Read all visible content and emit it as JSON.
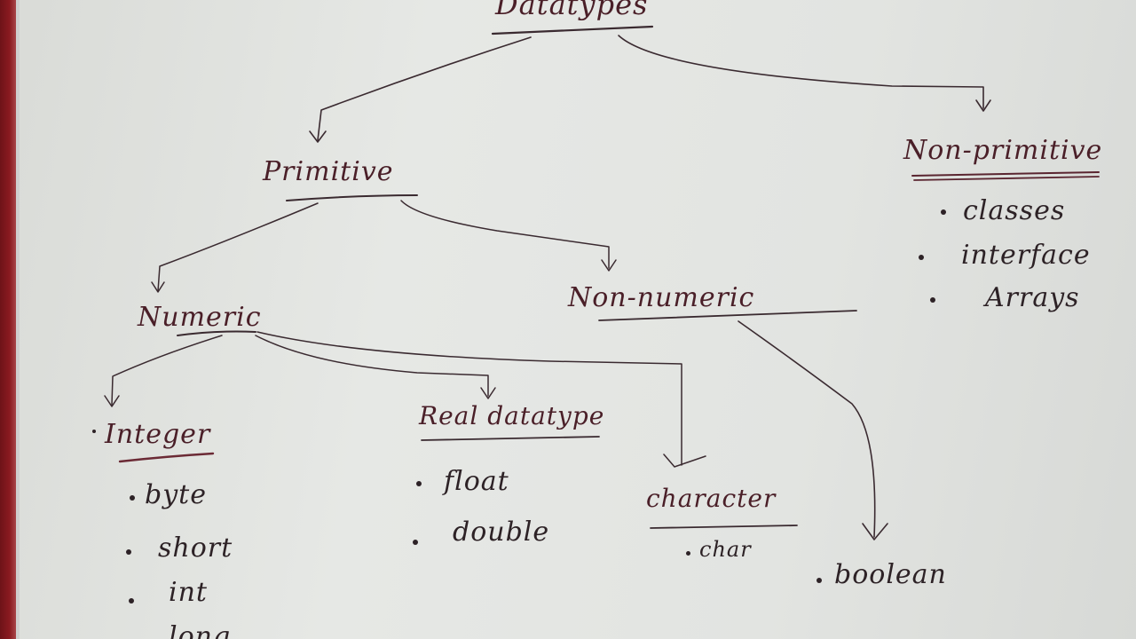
{
  "diagram": {
    "root": {
      "label": "Datatypes"
    },
    "primitive": {
      "label": "Primitive",
      "numeric": {
        "label": "Numeric",
        "integer": {
          "label": "Integer",
          "items": [
            "byte",
            "short",
            "int",
            "long"
          ]
        },
        "real": {
          "label": "Real datatype",
          "items": [
            "float",
            "double"
          ]
        },
        "character": {
          "label": "character",
          "items": [
            "char"
          ]
        }
      },
      "non_numeric": {
        "label": "Non-numeric",
        "items": [
          "boolean"
        ]
      }
    },
    "non_primitive": {
      "label": "Non-primitive",
      "items": [
        "classes",
        "interface",
        "Arrays"
      ]
    }
  }
}
